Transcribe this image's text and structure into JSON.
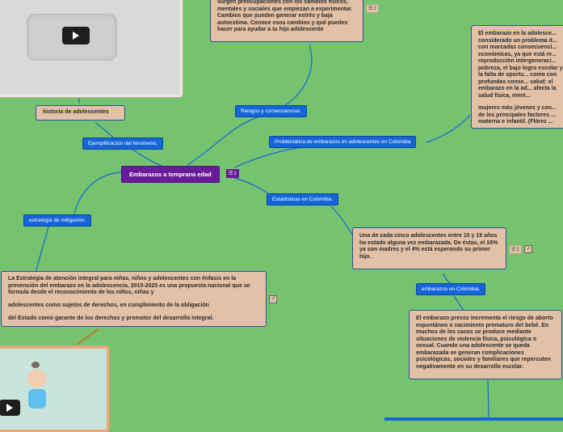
{
  "central": {
    "label": "Embarazos a temprana edad",
    "notes_count": "1"
  },
  "branches": {
    "riesgos": "Riesgos y consecuencias.",
    "problematica": "Problemática de embarazos en adolescentes en Colombia",
    "ejemplificacion": "Ejemplificación del fenómeno.",
    "estadisticas": "Estadísticas en Colombia.",
    "estrategia": "estrategia de mitigación.",
    "embarazos_colombia": "embarazos en Colombia."
  },
  "topics": {
    "historia": "historia de adolescentes",
    "riesgos_text": "surgen preocupaciones con los cambios físicos, mentales y sociales que empiezan a experimentar. Cambios que pueden generar estrés y baja autoestima. Conoce esos cambios y qué puedes hacer para ayudar a tu hijo adolescente",
    "riesgos_notes": "2",
    "problematica_text_1": "El embarazo en la adolesce... considerado un problema d... con marcadas consecuenci... económicas, ya que está re... reproducción intergeneraci... pobreza, el bajo logro escolar y la falta de oportu... como con profundas conse... salud: el embarazo en la ad... afecta la salud física, ment...",
    "problematica_text_2": "mujeres más jóvenes y con... de los principales factores ... materna e infantil. (Flórez ...",
    "estadisticas_text": "Una de cada cinco adolescentes entre 15 y 19 años ha estado alguna vez embarazada. De éstas, el 16% ya son madres y el 4% está esperando su primer hijo.",
    "estadisticas_notes": "2",
    "estrategia_text_1": "La Estrategia de atención integral para niñas, niños y adolescentes con énfasis en la prevención del embarazo en la adolescencia, 2015-2025 es una propuesta nacional que se formula desde el reconocimiento de los niños, niñas y",
    "estrategia_text_2": "adolescentes como sujetos de derechos, en cumplimiento de la obligación",
    "estrategia_text_3": "del Estado como garante de los derechos y promotor del desarrollo integral.",
    "embarazo_precoz": "El embarazo precoz incrementa el riesgo de aborto espontáneo o nacimiento prematuro del bebé. En muchos de los casos se produce mediante situaciones de violencia física, psicológica o sexual. Cuando una adolescente se queda embarazada se generan complicaciones psicológicas, sociales y familiares que repercuten negativamente en su desarrollo escolar."
  },
  "colors": {
    "background": "#75c36f",
    "branch": "#1565d8",
    "central": "#6a1b9a",
    "topic": "#e3c1a6",
    "link_line": "#1565d8",
    "orange_line": "#e65c1a"
  },
  "icons": [
    "notes-icon",
    "link-icon",
    "play-icon"
  ]
}
